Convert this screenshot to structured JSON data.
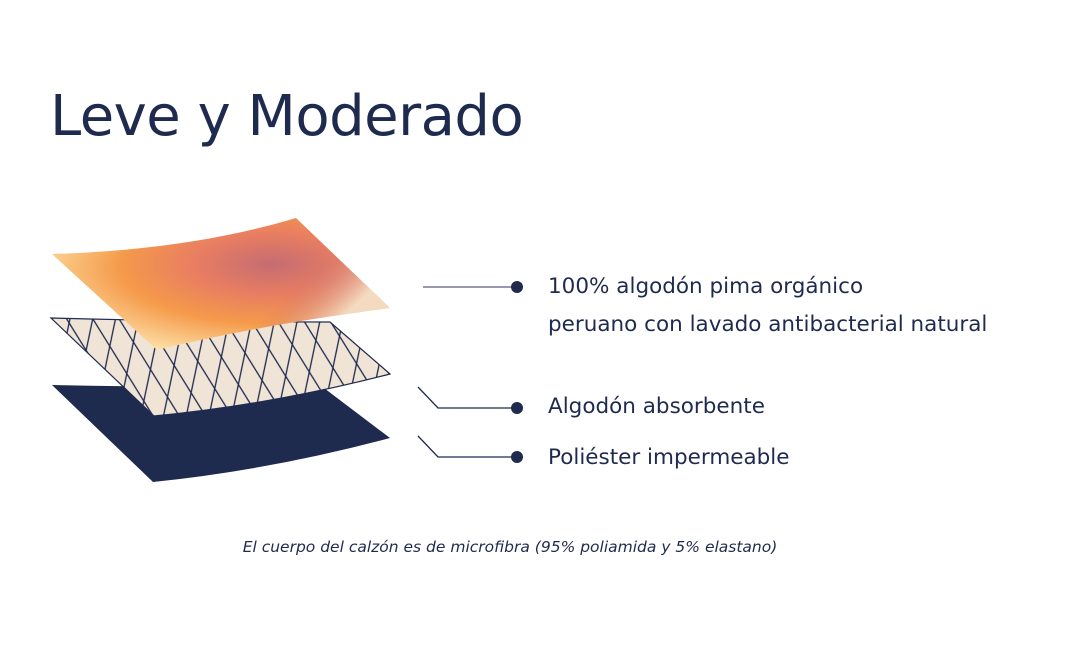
{
  "title": "Leve y Moderado",
  "layers": [
    {
      "name": "top",
      "label_line1": "100% algodón pima orgánico",
      "label_line2": "peruano con lavado antibacterial natural"
    },
    {
      "name": "middle",
      "label": "Algodón absorbente"
    },
    {
      "name": "bottom",
      "label": "Poliéster impermeable"
    }
  ],
  "caption": "El cuerpo del calzón es de microfibra (95% poliamida y 5% elastano)",
  "colors": {
    "navy": "#1f2a4f",
    "cream": "#efe4d6",
    "orange": "#f59a4a",
    "rose": "#c56c72"
  }
}
